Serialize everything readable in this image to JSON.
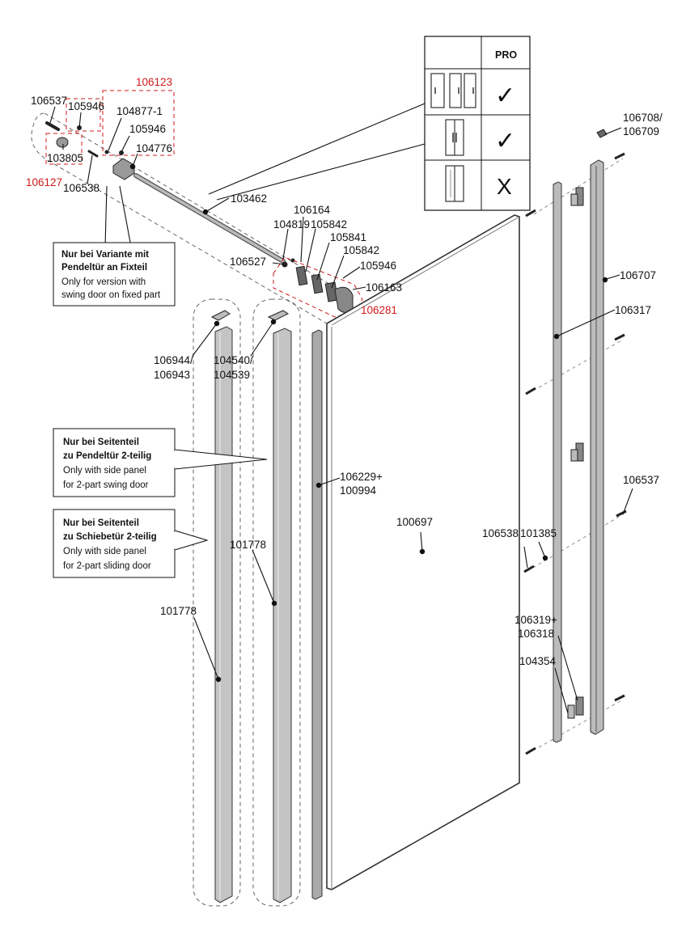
{
  "callouts": {
    "p106123": "106123",
    "p106537_top": "106537",
    "p105946_a": "105946",
    "p104877_1": "104877-1",
    "p105946_b": "105946",
    "p104776": "104776",
    "p103805": "103805",
    "p106127": "106127",
    "p106538_top": "106538",
    "p103462": "103462",
    "p106164": "106164",
    "p104819": "104819",
    "p105842_a": "105842",
    "p105841": "105841",
    "p105842_b": "105842",
    "p106527": "106527",
    "p105946_c": "105946",
    "p106163": "106163",
    "p106281": "106281",
    "p106708_a": "106708/",
    "p106708_b": "106709",
    "p106707": "106707",
    "p106317": "106317",
    "p106944_a": "106944/",
    "p106944_b": "106943",
    "p104540_a": "104540/",
    "p104540_b": "104539",
    "p106229_a": "106229+",
    "p106229_b": "100994",
    "p100697": "100697",
    "p106537_right": "106537",
    "p106538_right": "106538",
    "p101385": "101385",
    "p101778_mid": "101778",
    "p101778_left": "101778",
    "p106319_a": "106319+",
    "p106319_b": "106318",
    "p104354": "104354"
  },
  "notes": {
    "pendeltuer": {
      "line1": "Nur bei Variante mit",
      "line2": "Pendeltür an Fixteil",
      "line3": "Only for version with",
      "line4": "swing door on fixed part"
    },
    "seitenteil_pendel": {
      "line1": "Nur bei Seitenteil",
      "line2": "zu Pendeltür 2-teilig",
      "line3": "Only with side panel",
      "line4": "for 2-part swing door"
    },
    "seitenteil_schiebe": {
      "line1": "Nur bei Seitenteil",
      "line2": "zu Schiebetür 2-teilig",
      "line3": "Only with side panel",
      "line4": "for 2-part sliding door"
    }
  },
  "compat_table": {
    "header": "PRO",
    "rows": [
      {
        "mark": "✓"
      },
      {
        "mark": "✓"
      },
      {
        "mark": "X"
      }
    ]
  },
  "colors": {
    "highlight_red": "#d11a1a",
    "profile_grey": "#c4c4c4",
    "ink": "#111111"
  }
}
